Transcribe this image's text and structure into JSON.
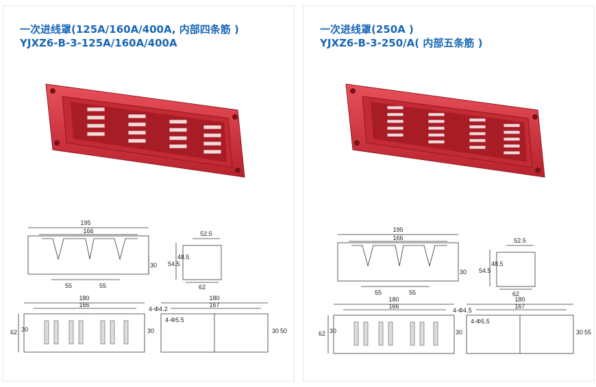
{
  "left": {
    "title_line1": "一次进线罩(125A/160A/400A, 内部四条筋 )",
    "title_line2": "YJXZ6-B-3-125A/160A/400A",
    "dims": {
      "front_width": "195",
      "front_inner": "166",
      "front_height": "30",
      "front_pitch_1": "55",
      "front_pitch_2": "55",
      "side_top": "52.5",
      "side_h1": "54.5",
      "side_h2": "48.5",
      "side_base": "62",
      "top_overall": "180",
      "top_inner": "166",
      "top_h1": "62",
      "top_h2": "30",
      "top_h3": "30",
      "hole_note": "4-Φ4.2",
      "plate_overall": "180",
      "plate_inner": "167",
      "plate_hole": "4-Φ5.5",
      "plate_h1": "30",
      "plate_h2": "50"
    }
  },
  "right": {
    "title_line1": "一次进线罩(250A  )",
    "title_line2": "YJXZ6-B-3-250/A( 内部五条筋 )",
    "dims": {
      "front_width": "195",
      "front_inner": "166",
      "front_height": "30",
      "front_pitch_1": "55",
      "front_pitch_2": "55",
      "side_top": "52.5",
      "side_h1": "54.5",
      "side_h2": "48.5",
      "side_base": "62",
      "top_overall": "180",
      "top_inner": "166",
      "top_h1": "62",
      "top_h2": "30",
      "top_h3": "30",
      "hole_note": "4-Φ4.5",
      "plate_overall": "180",
      "plate_inner": "167",
      "plate_hole": "4-Φ5.5",
      "plate_h1": "30",
      "plate_h2": "55"
    }
  },
  "colors": {
    "title": "#1866b6",
    "product_red": "#d9343d"
  }
}
